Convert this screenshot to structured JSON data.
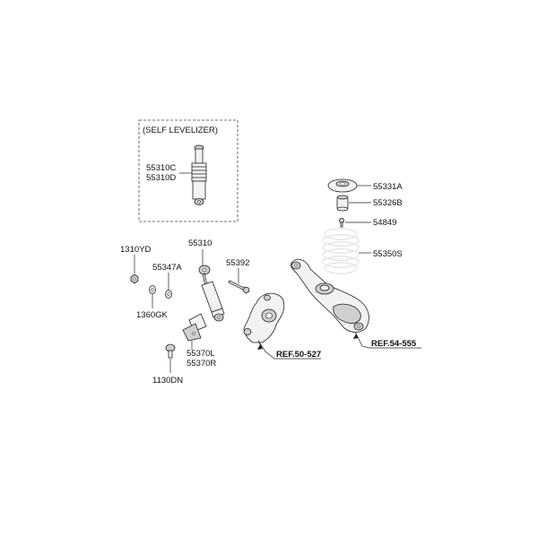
{
  "title_box": "(SELF LEVELIZER)",
  "labels": {
    "p55310c": "55310C",
    "p55310d": "55310D",
    "p55331a": "55331A",
    "p55326b": "55326B",
    "p54849": "54849",
    "p55350s": "55350S",
    "p1310yd": "1310YD",
    "p55310": "55310",
    "p55347a": "55347A",
    "p55392": "55392",
    "p1360gk": "1360GK",
    "p55370l": "55370L",
    "p55370r": "55370R",
    "p1130dn": "1130DN"
  },
  "refs": {
    "ref_knuckle": "REF.50-527",
    "ref_arm": "REF.54-555"
  }
}
